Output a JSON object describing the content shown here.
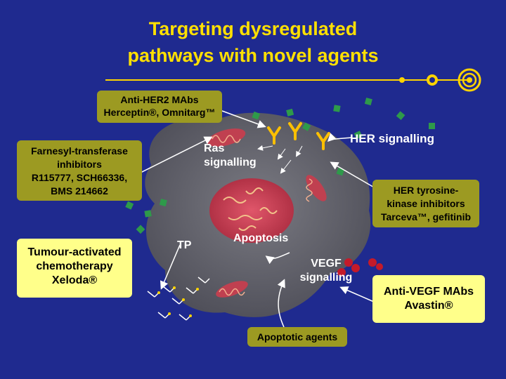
{
  "title": {
    "line1": "Targeting dysregulated",
    "line2": "pathways with novel agents"
  },
  "boxes": {
    "anti_her2": {
      "line1": "Anti-HER2 MAbs",
      "line2": "Herceptin®, Omnitarg™"
    },
    "farnesyl": {
      "line1": "Farnesyl-transferase",
      "line2": "inhibitors",
      "line3": "R115777, SCH66336,",
      "line4": "BMS 214662"
    },
    "tumour": {
      "line1": "Tumour-activated",
      "line2": "chemotherapy",
      "line3": "Xeloda®"
    },
    "her_tki": {
      "line1": "HER tyrosine-",
      "line2": "kinase inhibitors",
      "line3": "Tarceva™, gefitinib"
    },
    "anti_vegf": {
      "line1": "Anti-VEGF MAbs",
      "line2": "Avastin®"
    },
    "apoptotic": {
      "label": "Apoptotic agents"
    }
  },
  "cell_labels": {
    "ras_line1": "Ras",
    "ras_line2": "signalling",
    "her_signalling": "HER signalling",
    "tp": "TP",
    "apoptosis": "Apoptosis",
    "vegf_line1": "VEGF",
    "vegf_line2": "signalling"
  },
  "colors": {
    "background": "#1f2a8f",
    "title": "#ffe000",
    "box_olive": "#9c9a22",
    "box_yellow": "#ffff8a",
    "cell_body": "#5e5e66",
    "nucleus": "#c43a4e",
    "nodes": "#ffd400"
  },
  "icons": [
    "target-rings-icon",
    "receptor-icon",
    "mitochondrion-icon",
    "molecule-icon",
    "drug-molecule-icon",
    "red-blood-cell-icon"
  ]
}
